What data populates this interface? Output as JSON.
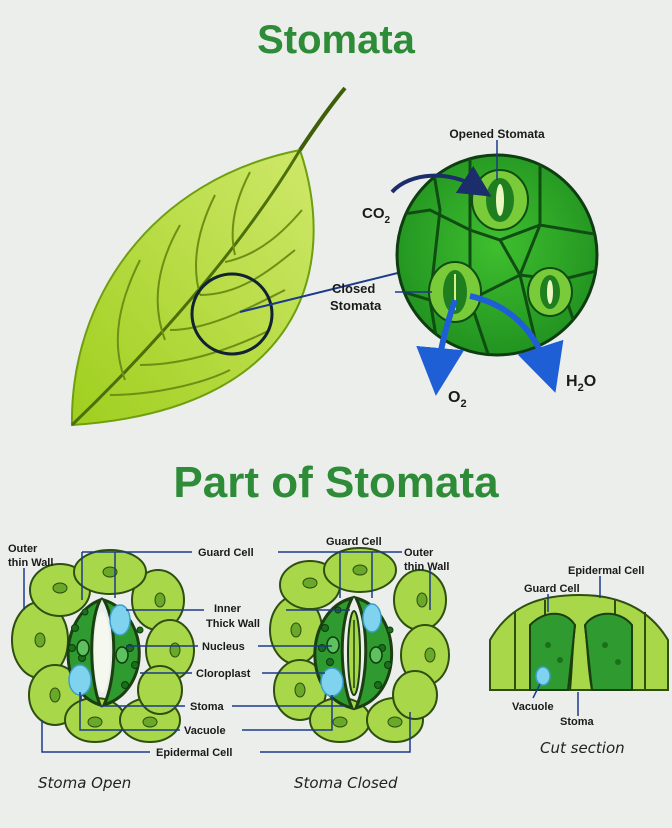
{
  "title": "Stomata",
  "subtitle": "Part of Stomata",
  "top_labels": {
    "opened": "Opened Stomata",
    "co2": "CO",
    "co2_sub": "2",
    "closed_1": "Closed",
    "closed_2": "Stomata",
    "o2": "O",
    "o2_sub": "2",
    "h2o": "H",
    "h2o_sub": "2",
    "h2o_end": "O"
  },
  "parts": {
    "outer_thin_wall_1": "Outer",
    "outer_thin_wall_2": "thin Wall",
    "guard_cell": "Guard Cell",
    "inner_thick_wall_1": "Inner",
    "inner_thick_wall_2": "Thick Wall",
    "nucleus": "Nucleus",
    "chloroplast": "Cloroplast",
    "stoma": "Stoma",
    "vacuole": "Vacuole",
    "epidermal_cell": "Epidermal Cell"
  },
  "captions": {
    "open": "Stoma Open",
    "closed": "Stoma Closed",
    "cut": "Cut section"
  },
  "colors": {
    "title_green": "#2e8b37",
    "cell_light": "#a8d84a",
    "cell_dark": "#2f9a2f",
    "arrow_blue": "#1f5fd6",
    "vacuole": "#7fd3ef"
  }
}
